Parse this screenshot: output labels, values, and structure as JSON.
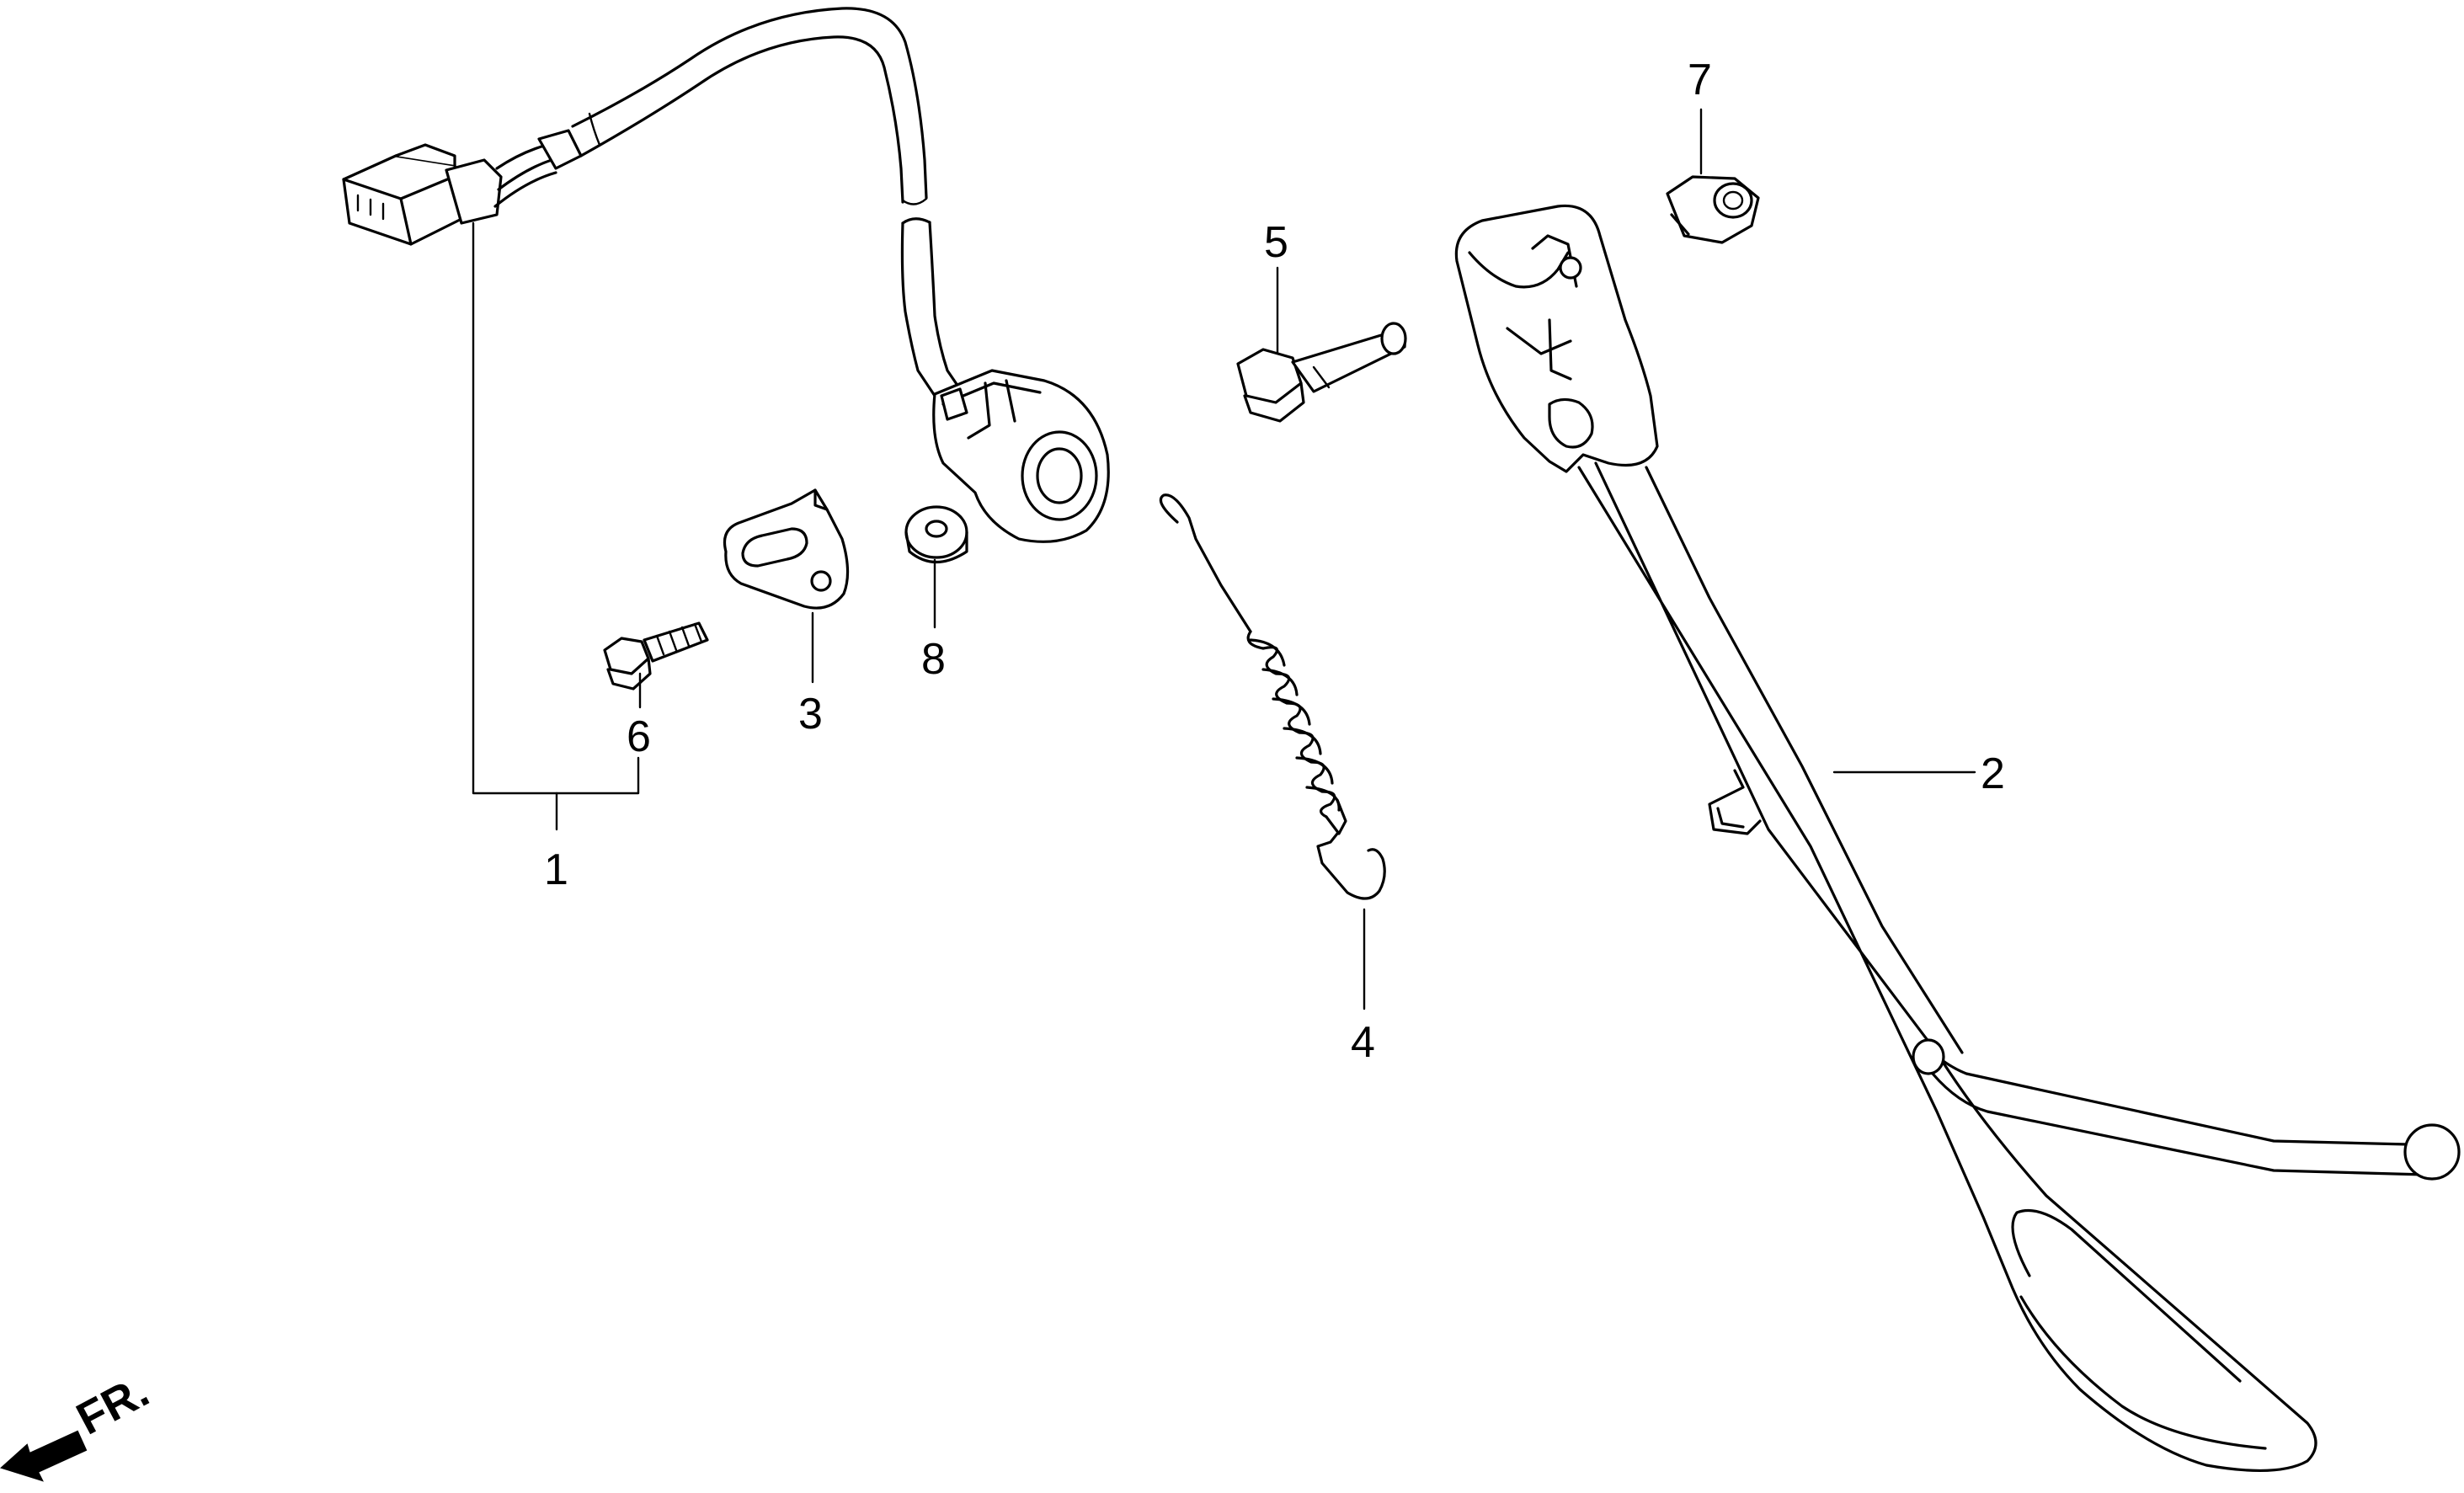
{
  "callouts": [
    {
      "id": "1",
      "text": "1"
    },
    {
      "id": "2",
      "text": "2"
    },
    {
      "id": "3",
      "text": "3"
    },
    {
      "id": "4",
      "text": "4"
    },
    {
      "id": "5",
      "text": "5"
    },
    {
      "id": "6",
      "text": "6"
    },
    {
      "id": "7",
      "text": "7"
    },
    {
      "id": "8",
      "text": "8"
    }
  ],
  "direction": {
    "text": "FR.",
    "icon": "front-direction-arrow-icon"
  },
  "colors": {
    "ink": "#000000",
    "paper": "#ffffff"
  }
}
